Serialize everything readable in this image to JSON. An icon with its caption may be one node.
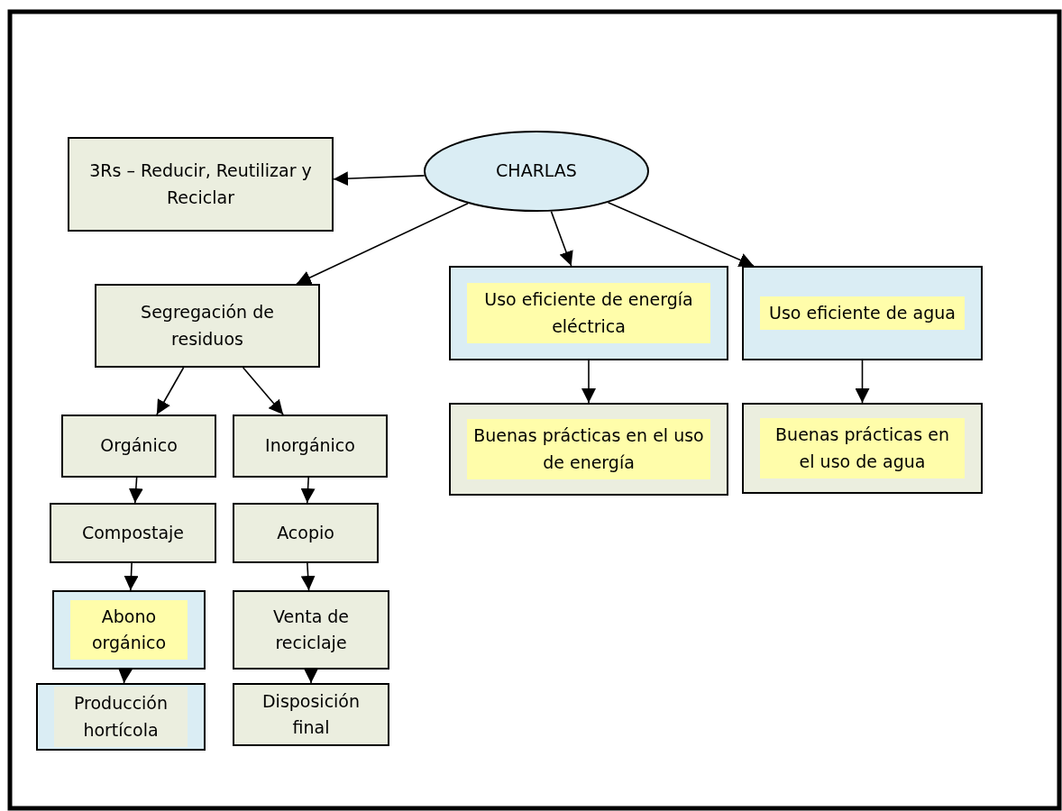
{
  "diagram": {
    "nodes": [
      {
        "text": [
          "CHARLAS"
        ]
      },
      {
        "text": [
          "3Rs – Reducir, Reutilizar y Reciclar"
        ]
      },
      {
        "text": [
          "Segregación de residuos"
        ]
      },
      {
        "text": [
          "Uso eficiente de energía eléctrica"
        ]
      },
      {
        "text": [
          "Uso eficiente de agua"
        ]
      },
      {
        "text": [
          "Orgánico"
        ]
      },
      {
        "text": [
          "Inorgánico"
        ]
      },
      {
        "text": [
          "Compostaje"
        ]
      },
      {
        "text": [
          "Acopio"
        ]
      },
      {
        "text": [
          "Abono orgánico"
        ]
      },
      {
        "text": [
          "Venta de reciclaje"
        ]
      },
      {
        "text": [
          "Buenas prácticas en el uso de energía"
        ]
      },
      {
        "text": [
          "Buenas prácticas en el uso de agua"
        ]
      },
      {
        "text": [
          "Producción hortícola"
        ]
      },
      {
        "text": [
          "Disposición final"
        ]
      }
    ],
    "edges": [
      {
        "from": 0,
        "to": 1,
        "arrow": "to"
      },
      {
        "from": 0,
        "to": 2,
        "arrow": "to"
      },
      {
        "from": 0,
        "to": 3,
        "arrow": "to"
      },
      {
        "from": 0,
        "to": 4,
        "arrow": "to"
      },
      {
        "from": 2,
        "to": 5,
        "arrow": "to"
      },
      {
        "from": 2,
        "to": 6,
        "arrow": "to"
      },
      {
        "from": 3,
        "to": 11,
        "arrow": "to"
      },
      {
        "from": 4,
        "to": 12,
        "arrow": "to"
      },
      {
        "from": 5,
        "to": 7,
        "arrow": "to"
      },
      {
        "from": 6,
        "to": 8,
        "arrow": "to"
      },
      {
        "from": 7,
        "to": 9,
        "arrow": "to"
      },
      {
        "from": 8,
        "to": 10,
        "arrow": "to"
      },
      {
        "from": 9,
        "to": 13,
        "arrow": "to"
      },
      {
        "from": 10,
        "to": 14,
        "arrow": "to"
      }
    ]
  }
}
